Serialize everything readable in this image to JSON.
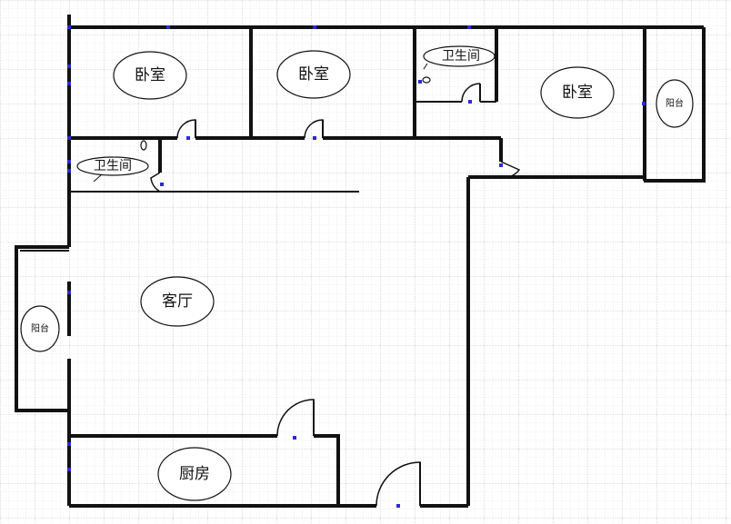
{
  "rooms": {
    "bedroom_1": "卧室",
    "bedroom_2": "卧室",
    "bedroom_3": "卧室",
    "bathroom_top": "卫生间",
    "bathroom_left": "卫生间",
    "balcony_right": "阳台",
    "balcony_left": "阳台",
    "living_room": "客厅",
    "kitchen": "厨房"
  },
  "colors": {
    "grid_minor": "#d8d8d8",
    "grid_major": "#b9b9b9",
    "wall": "#111111",
    "selection_marker": "#2a2ad8"
  }
}
